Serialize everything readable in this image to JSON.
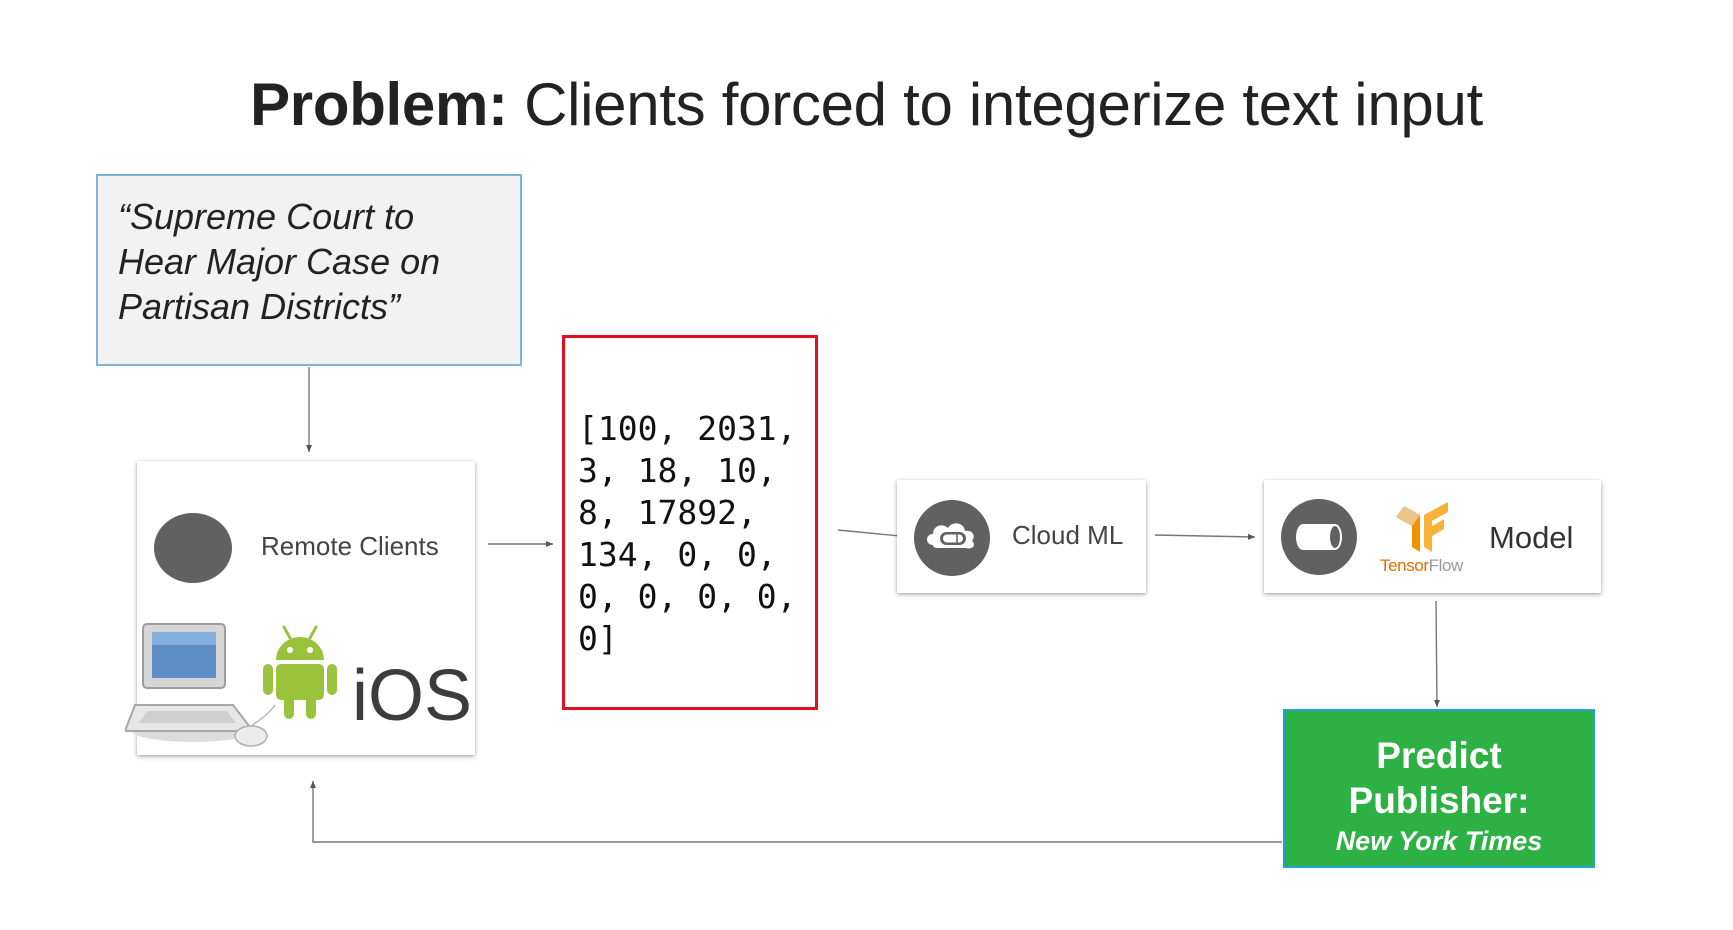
{
  "title": {
    "bold": "Problem:",
    "rest": " Clients forced to integerize text input"
  },
  "quote": "“Supreme Court to Hear Major Case on Partisan Districts”",
  "remote_clients": {
    "label": "Remote Clients",
    "platform_text": "iOS"
  },
  "vector_text": "[100, 2031,\n3, 18, 10,\n8, 17892,\n134, 0, 0,\n0, 0, 0, 0,\n0]",
  "cloud_ml": {
    "label": "Cloud ML"
  },
  "model": {
    "label": "Model",
    "logo_text_a": "Tensor",
    "logo_text_b": "Flow"
  },
  "prediction": {
    "line1": "Predict",
    "line2": "Publisher:",
    "value": "New York Times"
  },
  "colors": {
    "highlight_border": "#e0101e",
    "prediction_fill": "#2eb144",
    "quote_border": "#7fb2d8",
    "icon_gray": "#616161",
    "tensorflow_orange": "#f39200",
    "android_green": "#9ac33c"
  }
}
